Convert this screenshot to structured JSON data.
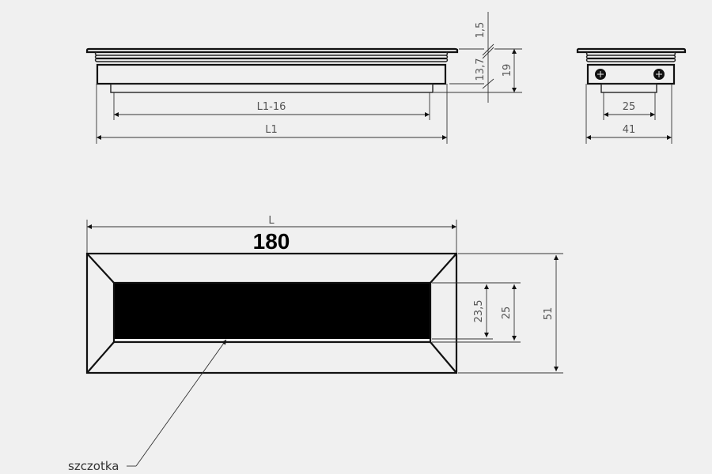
{
  "drawing": {
    "background": "#f0f0f0",
    "side_view": {
      "dimensions": {
        "inner_length": "L1-16",
        "outer_length": "L1",
        "flange_thickness": "1,5",
        "body_height": "13,7",
        "total_height": "19"
      }
    },
    "end_view": {
      "dimensions": {
        "inner_width": "25",
        "outer_width": "41"
      }
    },
    "top_view": {
      "length_label": "L",
      "length_value": "180",
      "dimensions": {
        "brush_opening": "23,5",
        "inner_width": "25",
        "outer_width": "51"
      },
      "callout": "szczotka"
    }
  }
}
